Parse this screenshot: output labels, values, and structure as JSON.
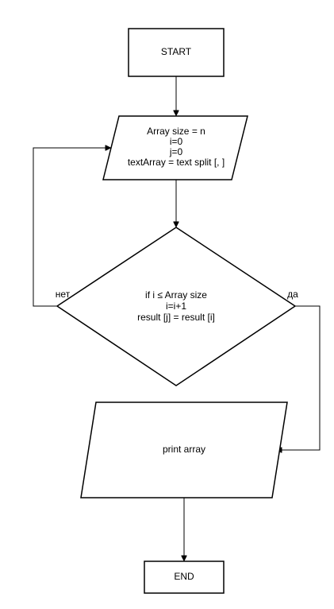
{
  "nodes": {
    "start": {
      "label": "START"
    },
    "init": {
      "lines": [
        "Array size = n",
        "i=0",
        "j=0",
        "textArray = text split [, ]"
      ]
    },
    "decision": {
      "lines": [
        "if i ≤ Array size",
        "i=i+1",
        "result [j] = result [i]"
      ]
    },
    "print": {
      "label": "print array"
    },
    "end": {
      "label": "END"
    }
  },
  "edges": {
    "no_label": "нет",
    "yes_label": "да"
  },
  "colors": {
    "stroke": "#000000",
    "fill": "#ffffff",
    "text": "#000000"
  }
}
